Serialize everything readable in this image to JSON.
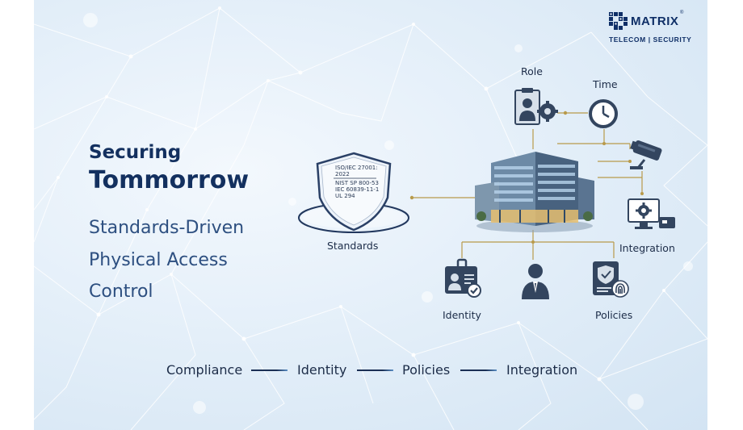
{
  "brand": {
    "name": "MATRIX",
    "registered": "®",
    "tagline": "TELECOM | SECURITY"
  },
  "headline": {
    "line1": "Securing",
    "line2": "Tommorrow"
  },
  "subheadline": [
    "Standards-Driven",
    "Physical Access",
    "Control"
  ],
  "shield": {
    "lines": [
      "ISO/IEC 27001:",
      "2022",
      "NIST SP 800-53",
      "IEC 60839-11-1",
      "UL 294"
    ],
    "label": "Standards"
  },
  "diagram_labels": {
    "role": "Role",
    "time": "Time",
    "integration": "Integration",
    "identity": "Identity",
    "policies": "Policies"
  },
  "bottom_flow": [
    "Compliance",
    "Identity",
    "Policies",
    "Integration"
  ],
  "colors": {
    "navy": "#13305f",
    "accent_blue": "#2d4f80",
    "icon_dark": "#33455f",
    "connector": "#b89a4a",
    "background": "#e4eff9"
  },
  "icons": [
    "role-icon",
    "clock-icon",
    "cctv-camera-icon",
    "integration-monitor-icon",
    "identity-card-icon",
    "person-icon",
    "policy-document-icon",
    "building-icon",
    "shield-icon"
  ]
}
